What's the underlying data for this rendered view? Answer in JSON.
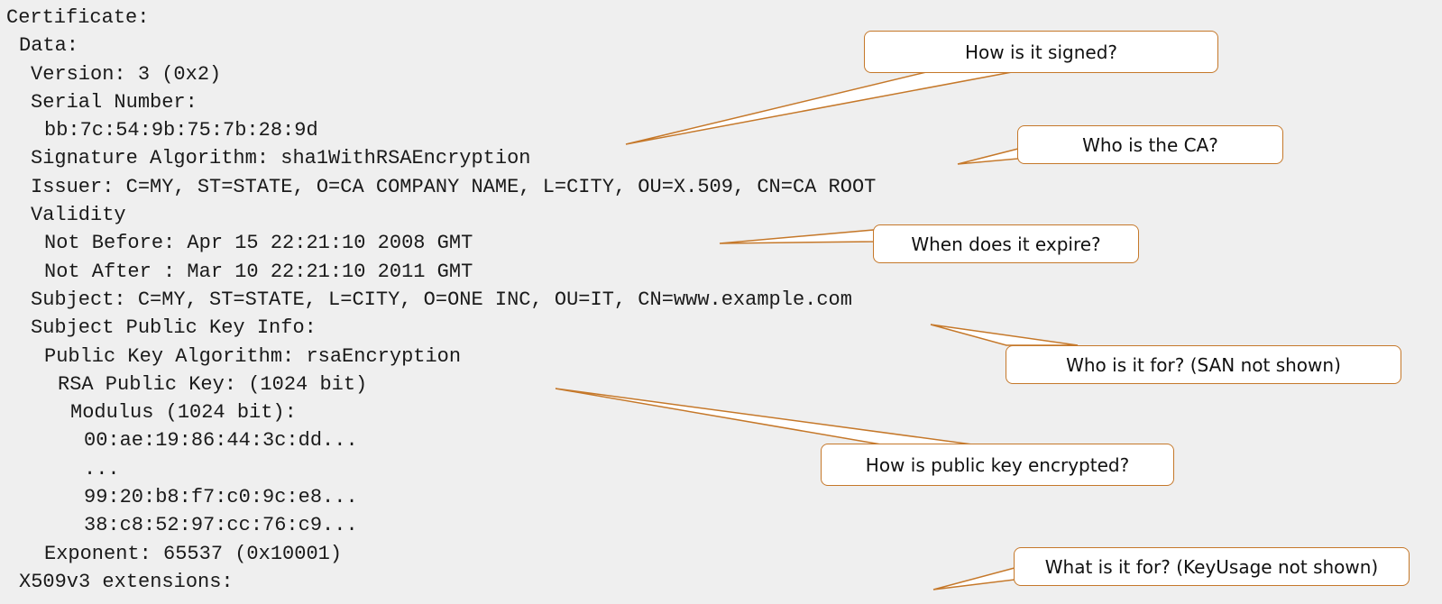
{
  "certificate": {
    "lines": [
      {
        "indent": 0,
        "text": "Certificate:"
      },
      {
        "indent": 1,
        "text": "Data:"
      },
      {
        "indent": 2,
        "text": "Version: 3 (0x2)"
      },
      {
        "indent": 2,
        "text": "Serial Number:"
      },
      {
        "indent": 3,
        "text": "bb:7c:54:9b:75:7b:28:9d"
      },
      {
        "indent": 2,
        "text": "Signature Algorithm: sha1WithRSAEncryption"
      },
      {
        "indent": 2,
        "text": "Issuer: C=MY, ST=STATE, O=CA COMPANY NAME, L=CITY, OU=X.509, CN=CA ROOT"
      },
      {
        "indent": 2,
        "text": "Validity"
      },
      {
        "indent": 3,
        "text": "Not Before: Apr 15 22:21:10 2008 GMT"
      },
      {
        "indent": 3,
        "text": "Not After : Mar 10 22:21:10 2011 GMT"
      },
      {
        "indent": 2,
        "text": "Subject: C=MY, ST=STATE, L=CITY, O=ONE INC, OU=IT, CN=www.example.com"
      },
      {
        "indent": 2,
        "text": "Subject Public Key Info:"
      },
      {
        "indent": 3,
        "text": "Public Key Algorithm: rsaEncryption"
      },
      {
        "indent": 4,
        "text": "RSA Public Key: (1024 bit)"
      },
      {
        "indent": 5,
        "text": "Modulus (1024 bit):"
      },
      {
        "indent": 6,
        "text": "00:ae:19:86:44:3c:dd..."
      },
      {
        "indent": 6,
        "text": "..."
      },
      {
        "indent": 6,
        "text": "99:20:b8:f7:c0:9c:e8..."
      },
      {
        "indent": 6,
        "text": "38:c8:52:97:cc:76:c9..."
      },
      {
        "indent": 3,
        "text": "Exponent: 65537 (0x10001)"
      },
      {
        "indent": 1,
        "text": "X509v3 extensions:"
      }
    ]
  },
  "callouts": {
    "signed": "How is it signed?",
    "ca": "Who is the CA?",
    "expire": "When does it expire?",
    "who_for": "Who is it for? (SAN not shown)",
    "key_encrypted": "How is public key encrypted?",
    "what_for": "What is it for? (KeyUsage not shown)"
  },
  "colors": {
    "background": "#efefef",
    "callout_border": "#c5782a",
    "callout_fill": "#ffffff"
  }
}
